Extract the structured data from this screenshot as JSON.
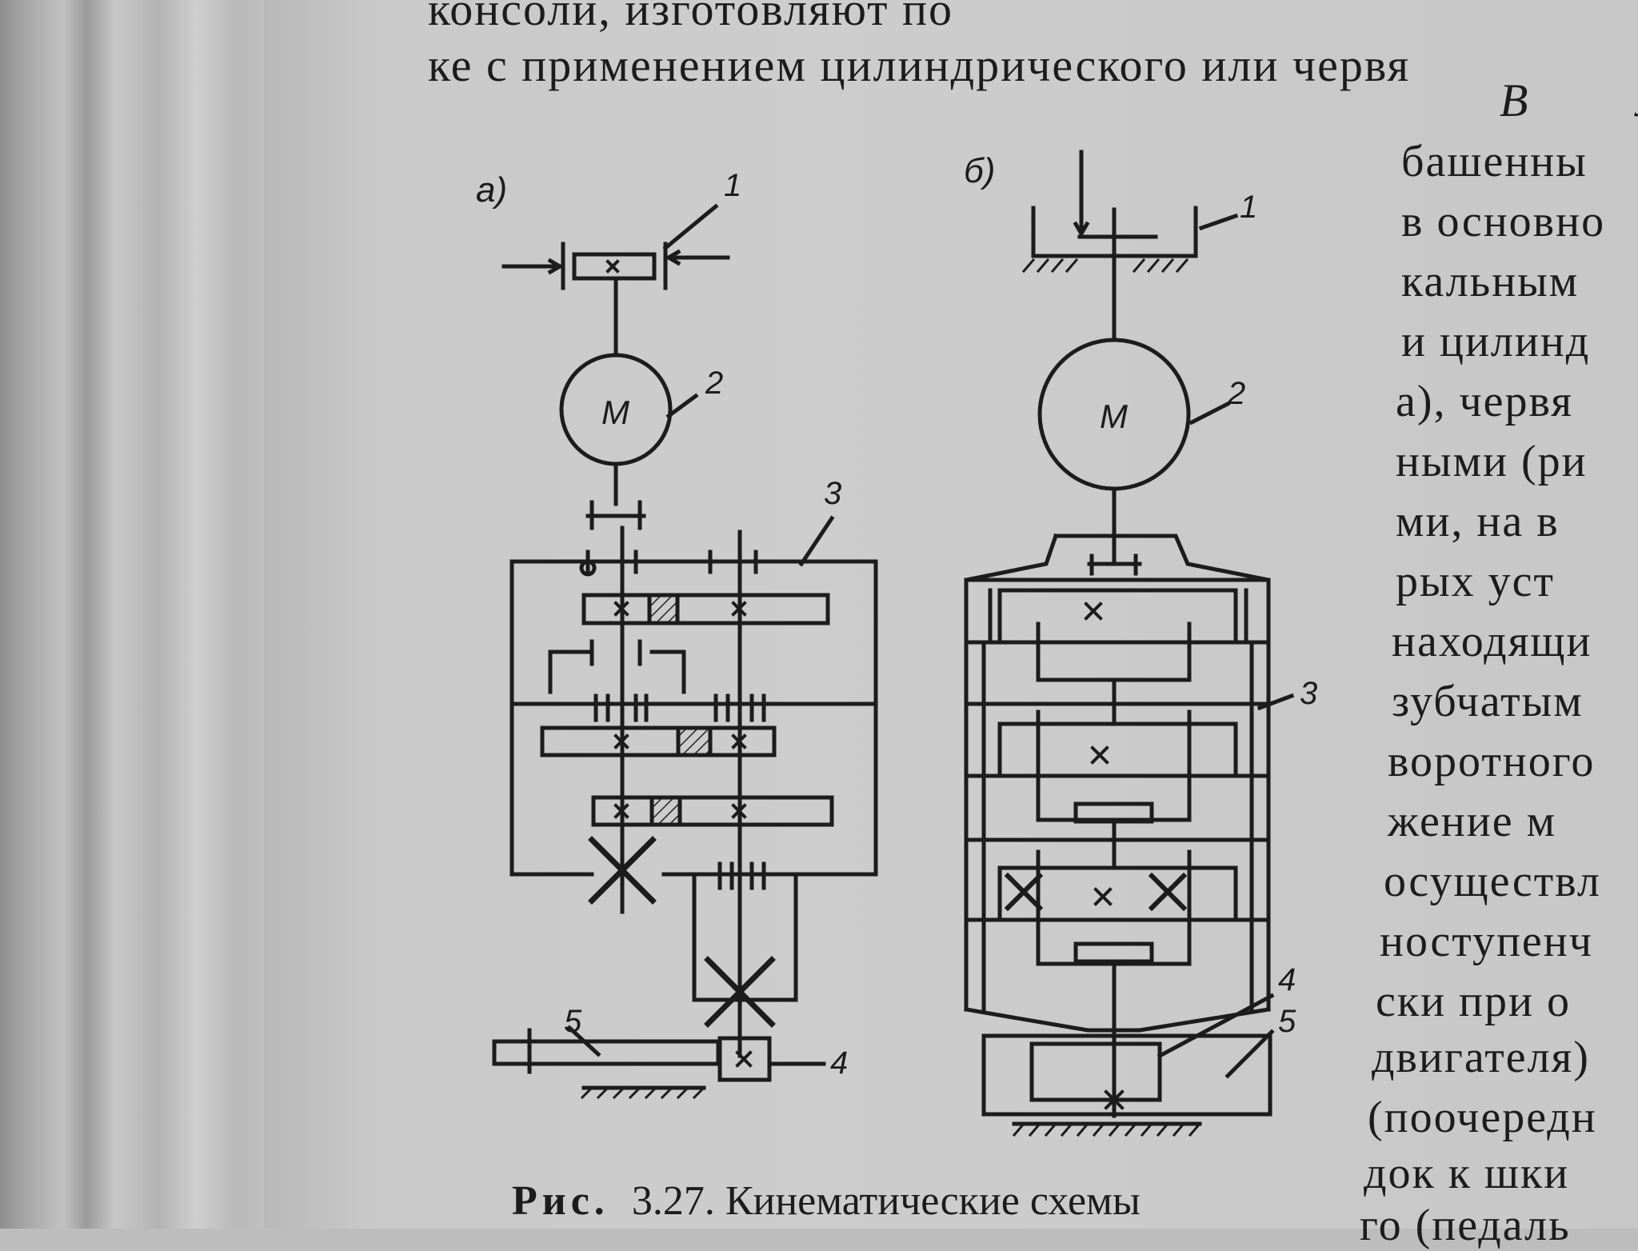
{
  "body_text": {
    "line1": "консоли, изготовляют по",
    "line2": "ке с применением цилиндрического или червя",
    "indent_start": "В м",
    "right_column": [
      "башенны",
      "в основно",
      "кальным",
      "и цилинд",
      "а), червя",
      "ными (ри",
      "ми, на в",
      "рых уст",
      "находящи",
      "зубчатым",
      "воротного",
      "жение м",
      "осуществл",
      "ноступенч",
      "ски при о",
      "двигателя)",
      "(поочередн",
      "док к шки",
      "го (педаль"
    ]
  },
  "figure": {
    "panel_a_label": "а)",
    "panel_b_label": "б)",
    "motor_label": "M",
    "callouts": {
      "a1": "1",
      "a2": "2",
      "a3": "3",
      "a4": "4",
      "a5": "5",
      "b1": "1",
      "b2": "2",
      "b3": "3",
      "b4": "4",
      "b5": "5"
    }
  },
  "caption": {
    "label": "Рис.",
    "text": "3.27. Кинематические схемы"
  }
}
